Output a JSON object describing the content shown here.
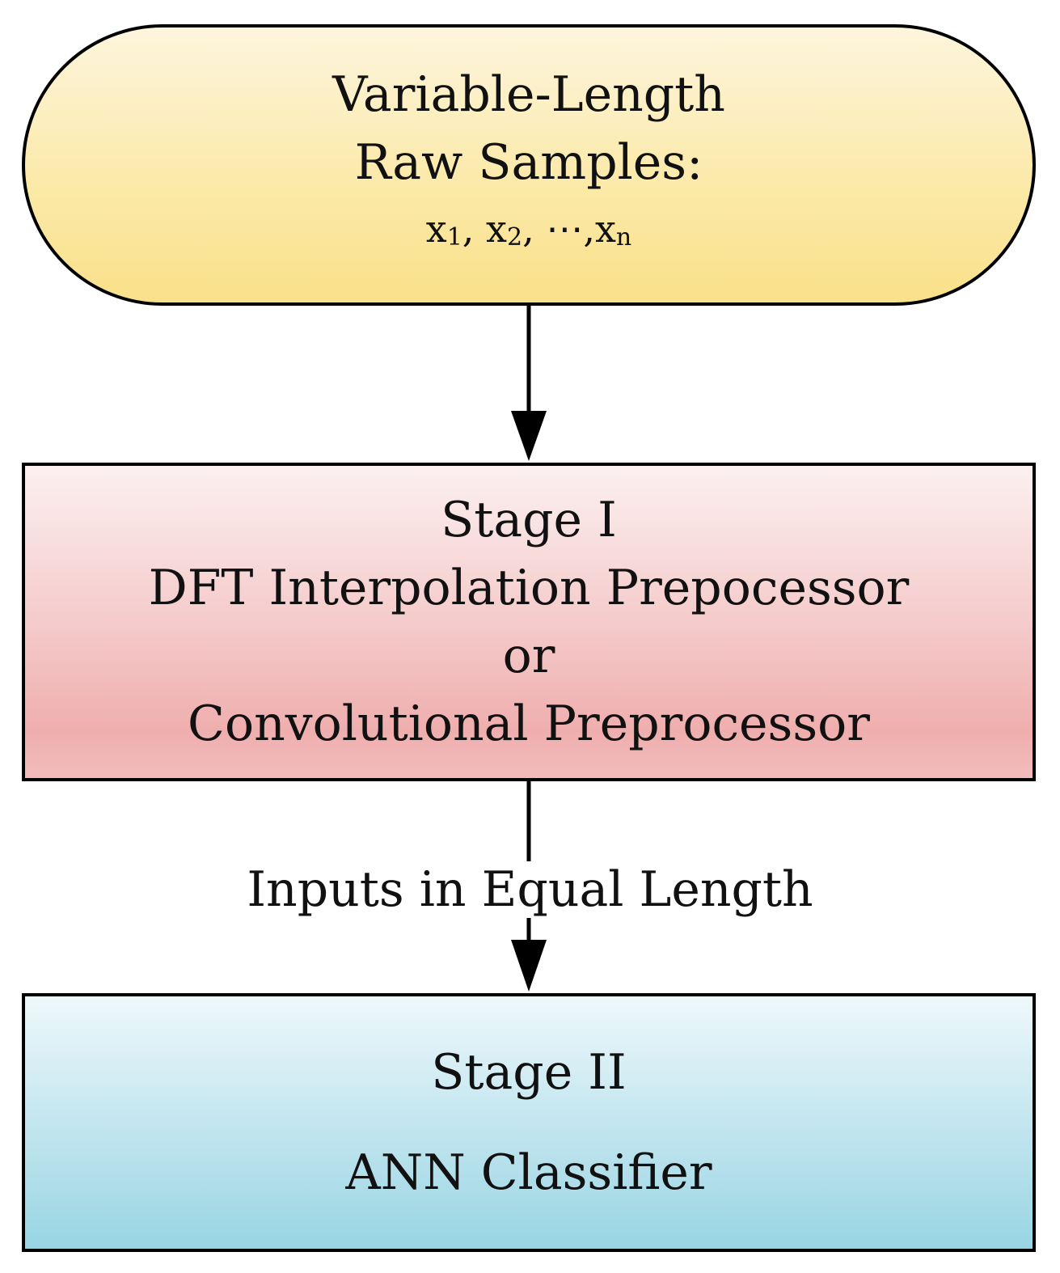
{
  "nodes": {
    "input": {
      "line1": "Variable-Length",
      "line2": "Raw Samples:",
      "seq": {
        "x1": "x",
        "s1": "1",
        "x2": "x",
        "s2": "2",
        "dots": "⋯",
        "xn": "x",
        "sn": "n"
      }
    },
    "stage1": {
      "title": "Stage I",
      "line1": "DFT Interpolation Prepocessor",
      "line2": "or",
      "line3": "Convolutional Preprocessor"
    },
    "stage2": {
      "title": "Stage II",
      "line1": "ANN Classifier"
    }
  },
  "edges": {
    "stage1_to_stage2": {
      "label": "Inputs in Equal Length"
    }
  }
}
